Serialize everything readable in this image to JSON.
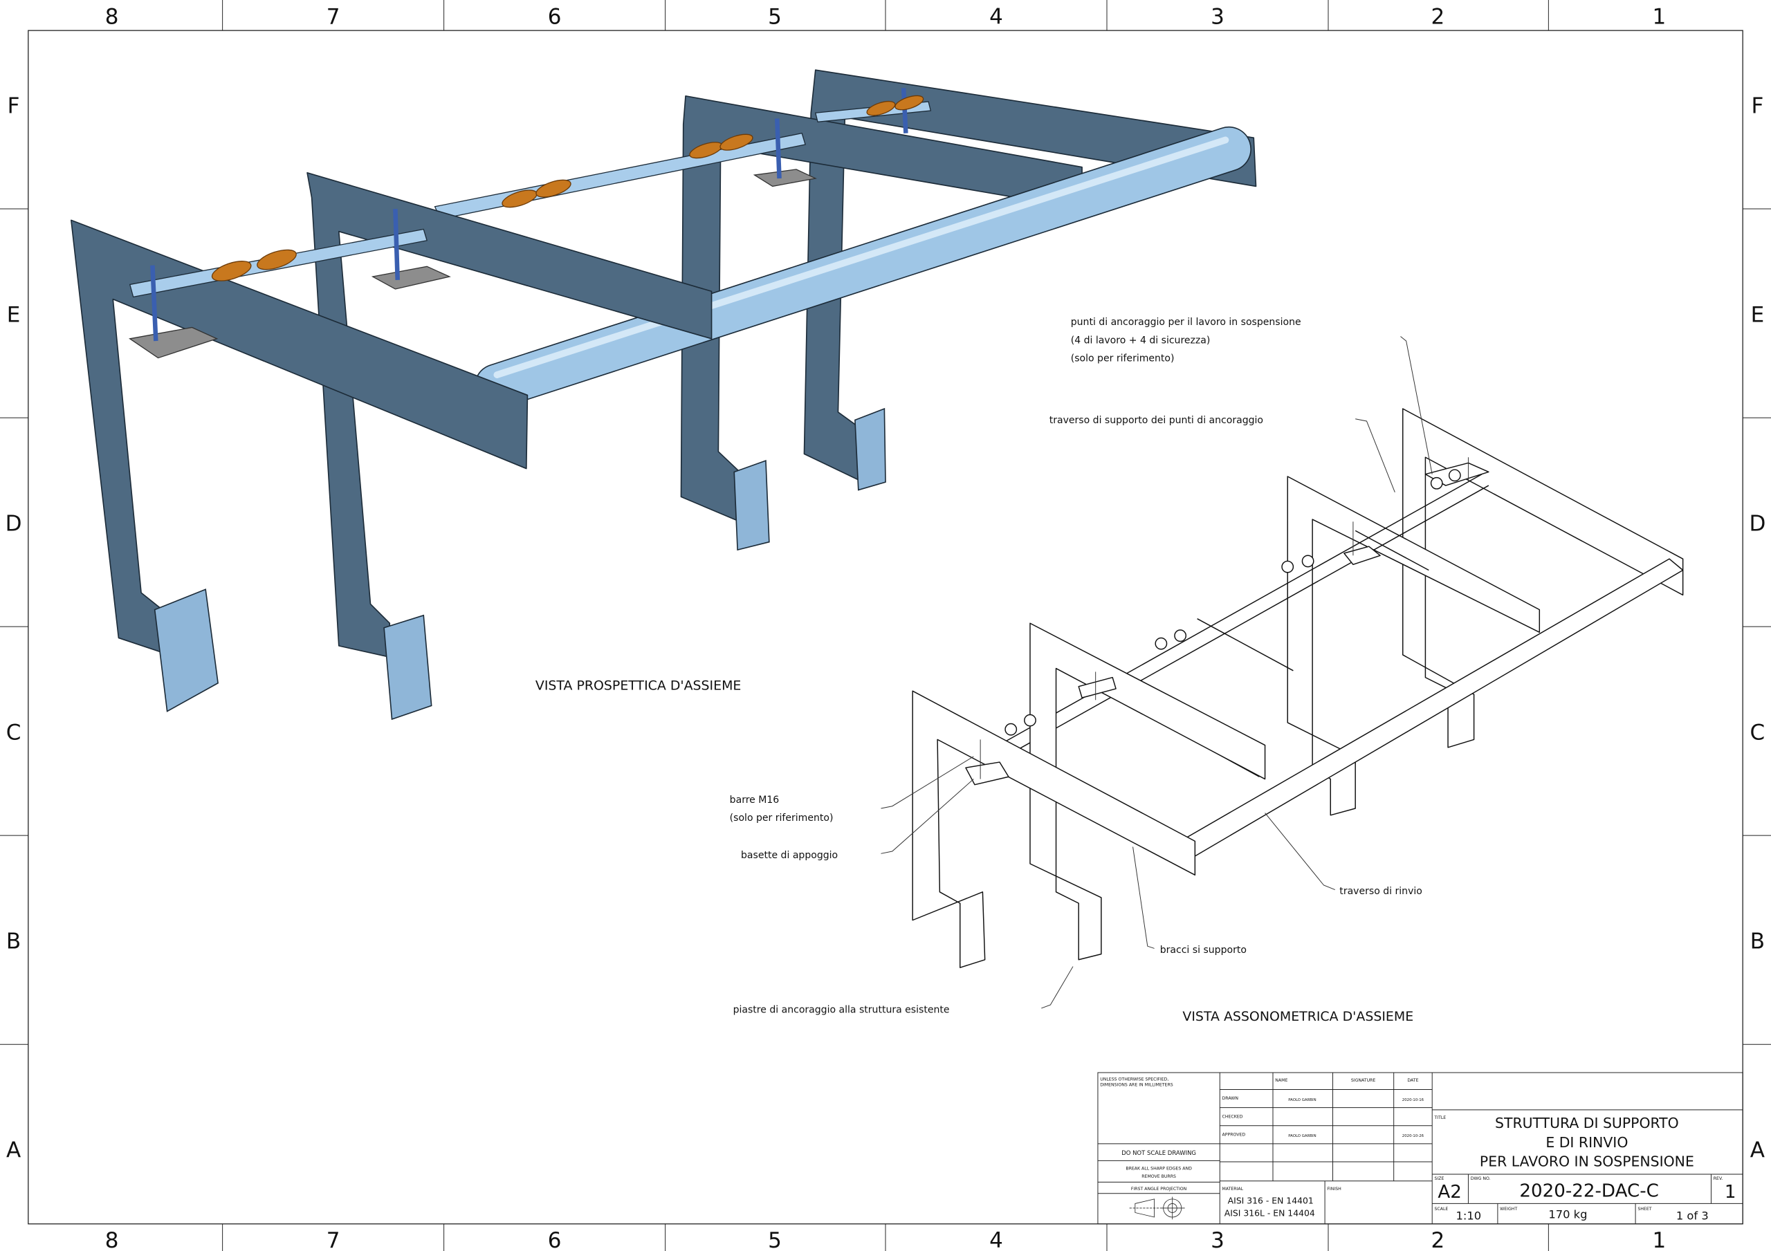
{
  "frame": {
    "columns": [
      "8",
      "7",
      "6",
      "5",
      "4",
      "3",
      "2",
      "1"
    ],
    "rows": [
      "F",
      "E",
      "D",
      "C",
      "B",
      "A"
    ]
  },
  "views": {
    "perspective_title": "VISTA PROSPETTICA D'ASSIEME",
    "axonometric_title": "VISTA ASSONOMETRICA D'ASSIEME"
  },
  "callouts": {
    "anchor_points": [
      "punti di ancoraggio per il lavoro in sospensione",
      "(4 di lavoro + 4 di sicurezza)",
      "(solo per riferimento)"
    ],
    "support_crossbar": "traverso di supporto dei punti di ancoraggio",
    "rods": [
      "barre M16",
      "(solo per riferimento)"
    ],
    "base_plates": "basette di appoggio",
    "anchor_plates": "piastre di ancoraggio alla struttura esistente",
    "support_arms": "bracci si supporto",
    "return_crossbar": "traverso di rinvio"
  },
  "title_block": {
    "note_units": [
      "UNLESS OTHERWISE SPECIFIED,",
      "DIMENSIONS ARE IN MILLIMETERS"
    ],
    "do_not_scale": "DO NOT SCALE DRAWING",
    "break_edges": [
      "BREAK ALL SHARP EDGES AND",
      "REMOVE BURRS"
    ],
    "projection": "FIRST ANGLE PROJECTION",
    "headers": {
      "name": "NAME",
      "signature": "SIGNATURE",
      "date": "DATE"
    },
    "drawn": {
      "label": "DRAWN",
      "name": "PAOLO GARBIN",
      "date": "2020-10-16"
    },
    "checked": {
      "label": "CHECKED"
    },
    "approved": {
      "label": "APPROVED",
      "name": "PAOLO GARBIN",
      "date": "2020-10-26"
    },
    "material_label": "MATERIAL",
    "material": [
      "AISI 316 - EN 14401",
      "AISI 316L - EN 14404"
    ],
    "finish_label": "FINISH",
    "title_label": "TITLE",
    "title": [
      "STRUTTURA DI SUPPORTO",
      "E DI RINVIO",
      "PER LAVORO IN SOSPENSIONE"
    ],
    "size_label": "SIZE",
    "size": "A2",
    "dwg_label": "DWG NO.",
    "dwg_no": "2020-22-DAC-C",
    "rev_label": "REV.",
    "rev": "1",
    "scale_label": "SCALE",
    "scale": "1:10",
    "weight_label": "WEIGHT",
    "weight": "170 kg",
    "sheet_label": "SHEET",
    "sheet": "1 of 3"
  }
}
